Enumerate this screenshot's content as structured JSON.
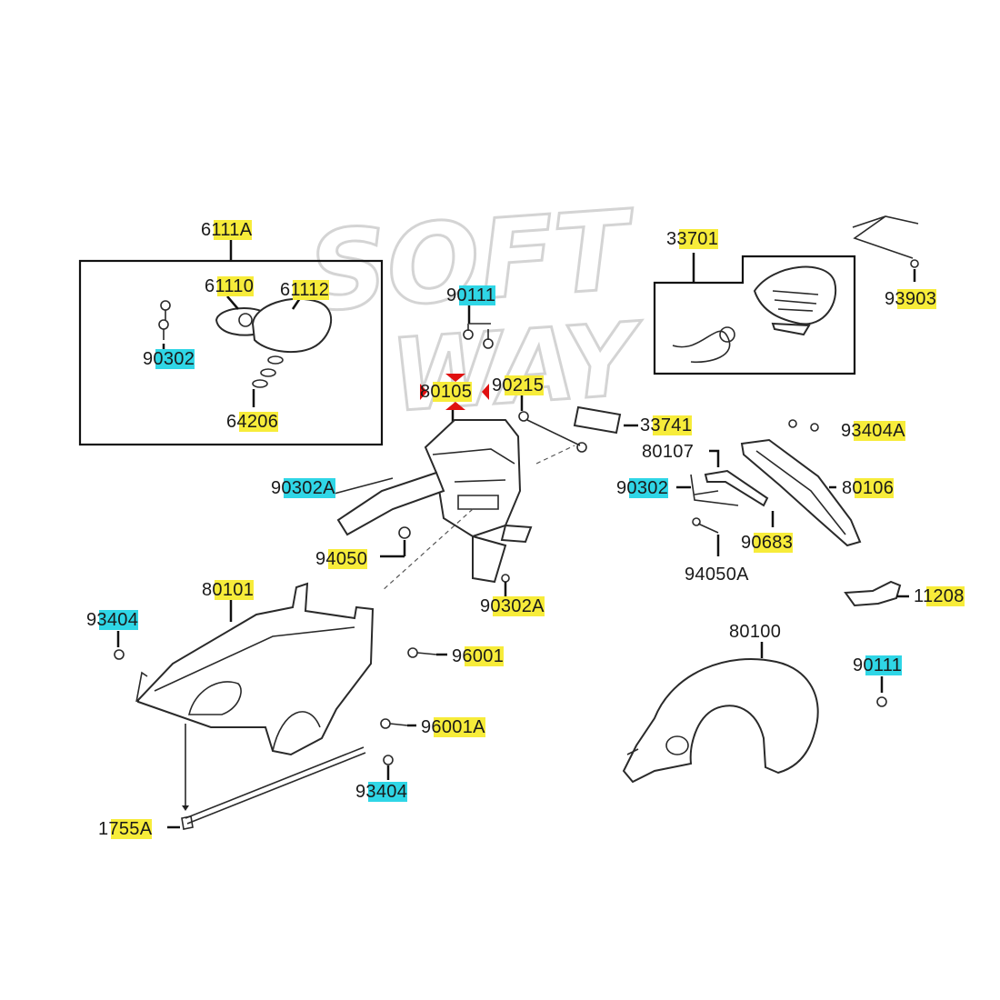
{
  "watermark": {
    "line1": "SOFT",
    "line2": "WAY"
  },
  "labels": [
    {
      "id": "6111A",
      "text": "6111A"
    },
    {
      "id": "61110",
      "text": "61110"
    },
    {
      "id": "61112",
      "text": "61112"
    },
    {
      "id": "90302-kit",
      "text": "90302"
    },
    {
      "id": "64206",
      "text": "64206"
    },
    {
      "id": "90111-top",
      "text": "90111"
    },
    {
      "id": "80105",
      "text": "80105"
    },
    {
      "id": "90215",
      "text": "90215"
    },
    {
      "id": "33701",
      "text": "33701"
    },
    {
      "id": "93903",
      "text": "93903"
    },
    {
      "id": "33741",
      "text": "33741"
    },
    {
      "id": "93404A",
      "text": "93404A"
    },
    {
      "id": "80107",
      "text": "80107"
    },
    {
      "id": "90302-right",
      "text": "90302"
    },
    {
      "id": "80106",
      "text": "80106"
    },
    {
      "id": "90683",
      "text": "90683"
    },
    {
      "id": "94050A",
      "text": "94050A"
    },
    {
      "id": "90302A-left",
      "text": "90302A"
    },
    {
      "id": "94050",
      "text": "94050"
    },
    {
      "id": "90302A-bottom",
      "text": "90302A"
    },
    {
      "id": "80101",
      "text": "80101"
    },
    {
      "id": "93404-left",
      "text": "93404"
    },
    {
      "id": "96001",
      "text": "96001"
    },
    {
      "id": "96001A",
      "text": "96001A"
    },
    {
      "id": "93404-bottom",
      "text": "93404"
    },
    {
      "id": "1755A",
      "text": "1755A"
    },
    {
      "id": "11208",
      "text": "11208"
    },
    {
      "id": "80100",
      "text": "80100"
    },
    {
      "id": "90111-right",
      "text": "90111"
    }
  ],
  "colors": {
    "highlight_yellow": "#f7ec3a",
    "highlight_cyan": "#2fd6e6",
    "marker_red": "#e01010"
  }
}
